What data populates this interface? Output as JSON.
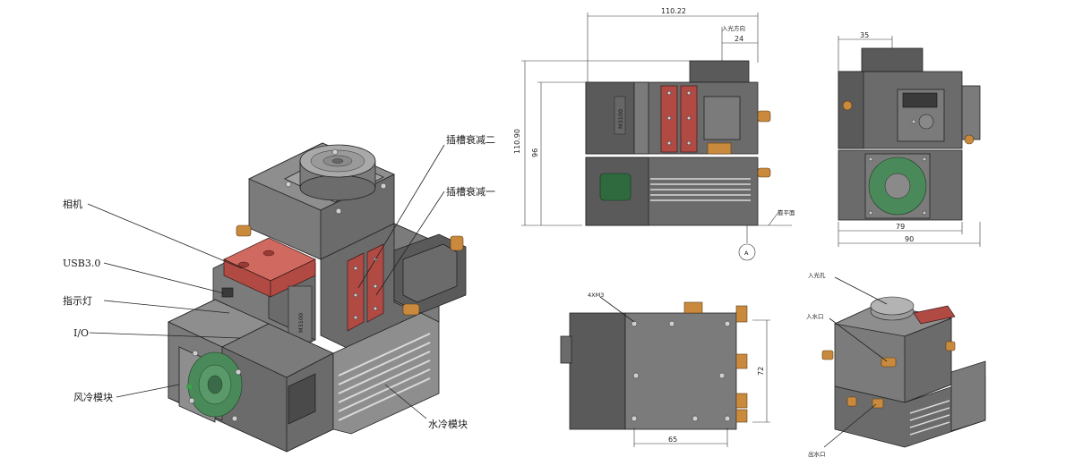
{
  "labels": {
    "camera": "相机",
    "usb": "USB3.0",
    "indicator": "指示灯",
    "io": "I/O",
    "air_module": "风冷模块",
    "water_module": "水冷模块",
    "slot_att_2": "插槽衰减二",
    "slot_att_1": "插槽衰减一"
  },
  "front_view": {
    "width_dim": "110.22",
    "light_direction": "入光方向",
    "offset_dim": "24",
    "height_dim": "110.90",
    "sub_height_dim": "96",
    "reference_plane": "靠平面",
    "datum": "A",
    "model_text": "M3100"
  },
  "side_view": {
    "top_dim": "35",
    "width_79": "79",
    "width_90": "90"
  },
  "bottom_view": {
    "thread": "4XM3",
    "depth_dim": "72",
    "width_dim": "65"
  },
  "iso_view": {
    "inlet_top": "入光孔",
    "water_in": "入水口",
    "water_out": "出水口"
  },
  "colors": {
    "body": "#6b6b6b",
    "attenuator_red": "#b24a44",
    "fitting_brass": "#c98a3e",
    "fan_green": "#4a8a5a"
  }
}
